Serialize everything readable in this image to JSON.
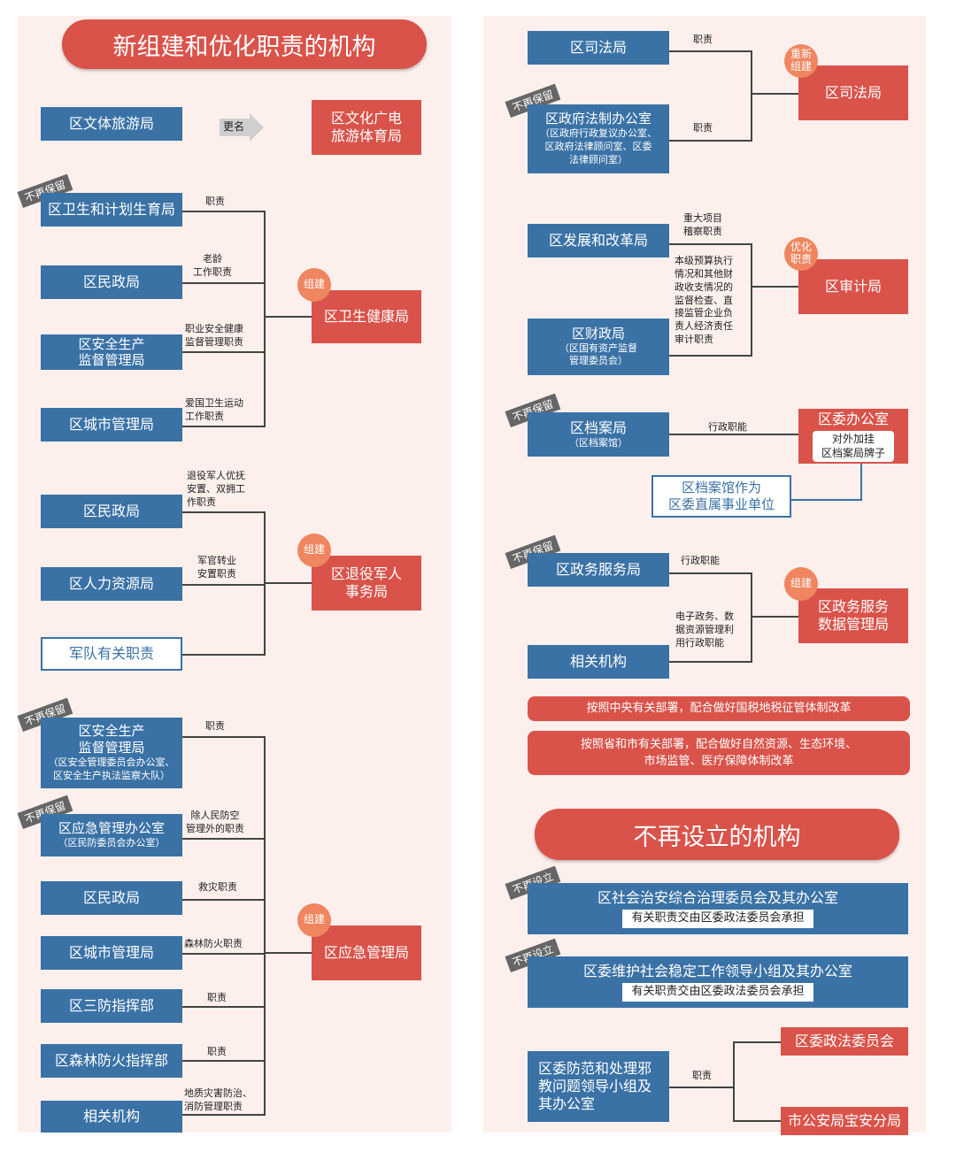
{
  "left": {
    "title": "新组建和优化职责的机构",
    "rename": {
      "from": "区文体旅游局",
      "verb": "更名",
      "to_l1": "区文化广电",
      "to_l2": "旅游体育局"
    },
    "health": {
      "tag": "不再保留",
      "src1": "区卫生和计划生育局",
      "lab1": "职责",
      "src2": "区民政局",
      "lab2_l1": "老龄",
      "lab2_l2": "工作职责",
      "src3_l1": "区安全生产",
      "src3_l2": "监督管理局",
      "lab3_l1": "职业安全健康",
      "lab3_l2": "监督管理职责",
      "src4": "区城市管理局",
      "lab4_l1": "爱国卫生运动",
      "lab4_l2": "工作职责",
      "badge": "组建",
      "target": "区卫生健康局"
    },
    "veterans": {
      "src1": "区民政局",
      "lab1_l1": "退役军人优抚",
      "lab1_l2": "安置、双拥工",
      "lab1_l3": "作职责",
      "src2": "区人力资源局",
      "lab2_l1": "军官转业",
      "lab2_l2": "安置职责",
      "src3": "军队有关职责",
      "badge": "组建",
      "target_l1": "区退役军人",
      "target_l2": "事务局"
    },
    "emergency": {
      "tag1": "不再保留",
      "src1_l1": "区安全生产",
      "src1_l2": "监督管理局",
      "src1_sub1": "（区安全管理委员会办公室、",
      "src1_sub2": "区安全生产执法监察大队）",
      "lab1": "职责",
      "tag2": "不再保留",
      "src2": "区应急管理办公室",
      "src2_sub": "（区民防委员会办公室）",
      "lab2_l1": "除人民防空",
      "lab2_l2": "管理外的职责",
      "src3": "区民政局",
      "lab3": "救灾职责",
      "src4": "区城市管理局",
      "lab4": "森林防火职责",
      "src5": "区三防指挥部",
      "lab5": "职责",
      "src6": "区森林防火指挥部",
      "lab6": "职责",
      "src7": "相关机构",
      "lab7_l1": "地质灾害防治、",
      "lab7_l2": "消防管理职责",
      "badge": "组建",
      "target": "区应急管理局"
    }
  },
  "right": {
    "justice": {
      "src1": "区司法局",
      "lab1": "职责",
      "tag": "不再保留",
      "src2": "区政府法制办公室",
      "src2_sub1": "（区政府行政复议办公室、",
      "src2_sub2": "区政府法律顾问室、区委",
      "src2_sub3": "法律顾问室）",
      "lab2": "职责",
      "badge_l1": "重新",
      "badge_l2": "组建",
      "target": "区司法局"
    },
    "audit": {
      "src1": "区发展和改革局",
      "lab1_l1": "重大项目",
      "lab1_l2": "稽察职责",
      "lab2_l1": "本级预算执行",
      "lab2_l2": "情况和其他财",
      "lab2_l3": "政收支情况的",
      "lab2_l4": "监督检查、直",
      "lab2_l5": "接监管企业负",
      "lab2_l6": "责人经济责任",
      "lab2_l7": "审计职责",
      "src2": "区财政局",
      "src2_sub1": "（区国有资产监督",
      "src2_sub2": "管理委员会）",
      "badge_l1": "优化",
      "badge_l2": "职责",
      "target": "区审计局"
    },
    "archives": {
      "tag": "不再保留",
      "src": "区档案局",
      "src_sub": "（区档案馆）",
      "lab": "行政职能",
      "target": "区委办公室",
      "target_sub1": "对外加挂",
      "target_sub2": "区档案局牌子",
      "note_l1": "区档案馆作为",
      "note_l2": "区委直属事业单位"
    },
    "service": {
      "tag": "不再保留",
      "src1": "区政务服务局",
      "lab1": "行政职能",
      "src2": "相关机构",
      "lab2_l1": "电子政务、数",
      "lab2_l2": "据资源管理利",
      "lab2_l3": "用行政职能",
      "badge": "组建",
      "target_l1": "区政务服务",
      "target_l2": "数据管理局"
    },
    "notes": {
      "n1": "按照中央有关部署，配合做好国税地税征管体制改革",
      "n2_l1": "按照省和市有关部署，配合做好自然资源、生态环境、",
      "n2_l2": "市场监管、医疗保障体制改革"
    },
    "abolished": {
      "title": "不再设立的机构",
      "tag1": "不再设立",
      "org1": "区社会治安综合治理委员会及其办公室",
      "org1_sub": "有关职责交由区委政法委员会承担",
      "tag2": "不再设立",
      "org2": "区委维护社会稳定工作领导小组及其办公室",
      "org2_sub": "有关职责交由区委政法委员会承担",
      "org3_l1": "区委防范和处理邪",
      "org3_l2": "教问题领导小组及",
      "org3_l3": "其办公室",
      "lab": "职责",
      "target1": "区委政法委员会",
      "target2": "市公安局宝安分局"
    }
  },
  "colors": {
    "blue": "#3a72a6",
    "red": "#d9534a",
    "badge": "#ef8660",
    "panel": "#fdf0ec",
    "tag": "#666666"
  }
}
